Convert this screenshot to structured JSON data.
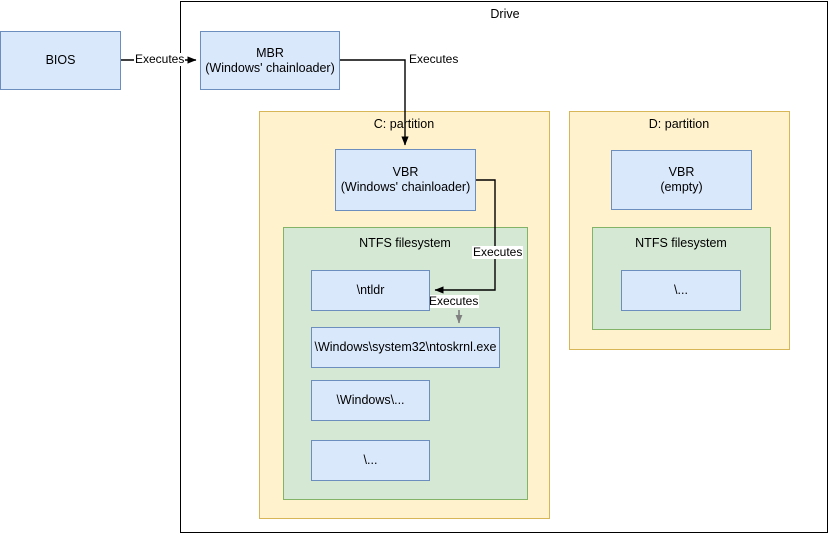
{
  "diagram": {
    "drive": {
      "label": "Drive"
    },
    "nodes": {
      "bios": {
        "label": "BIOS"
      },
      "mbr": {
        "label": "MBR\n(Windows' chainloader)"
      },
      "c_vbr": {
        "label": "VBR\n(Windows' chainloader)"
      },
      "c_ntldr": {
        "label": "\\ntldr"
      },
      "c_ntoskrnl": {
        "label": "\\Windows\\system32\\ntoskrnl.exe"
      },
      "c_windows": {
        "label": "\\Windows\\..."
      },
      "c_root": {
        "label": "\\..."
      },
      "d_vbr": {
        "label": "VBR\n(empty)"
      },
      "d_root": {
        "label": "\\..."
      }
    },
    "partitions": {
      "c": {
        "title": "C: partition",
        "filesystem": "NTFS filesystem"
      },
      "d": {
        "title": "D: partition",
        "filesystem": "NTFS filesystem"
      }
    },
    "edges": [
      {
        "id": "bios-to-mbr",
        "label": "Executes"
      },
      {
        "id": "mbr-to-vbr",
        "label": "Executes"
      },
      {
        "id": "vbr-to-ntldr",
        "label": "Executes"
      },
      {
        "id": "ntldr-to-ntoskrnl",
        "label": "Executes"
      }
    ],
    "colors": {
      "node_fill": "#dae8fc",
      "node_stroke": "#6c8ebf",
      "partition_fill": "#fff2cc",
      "partition_stroke": "#d6b656",
      "filesystem_fill": "#d5e8d4",
      "filesystem_stroke": "#82b366",
      "edge_black": "#000000",
      "edge_gray": "#808080",
      "drive_stroke": "#000000"
    }
  }
}
